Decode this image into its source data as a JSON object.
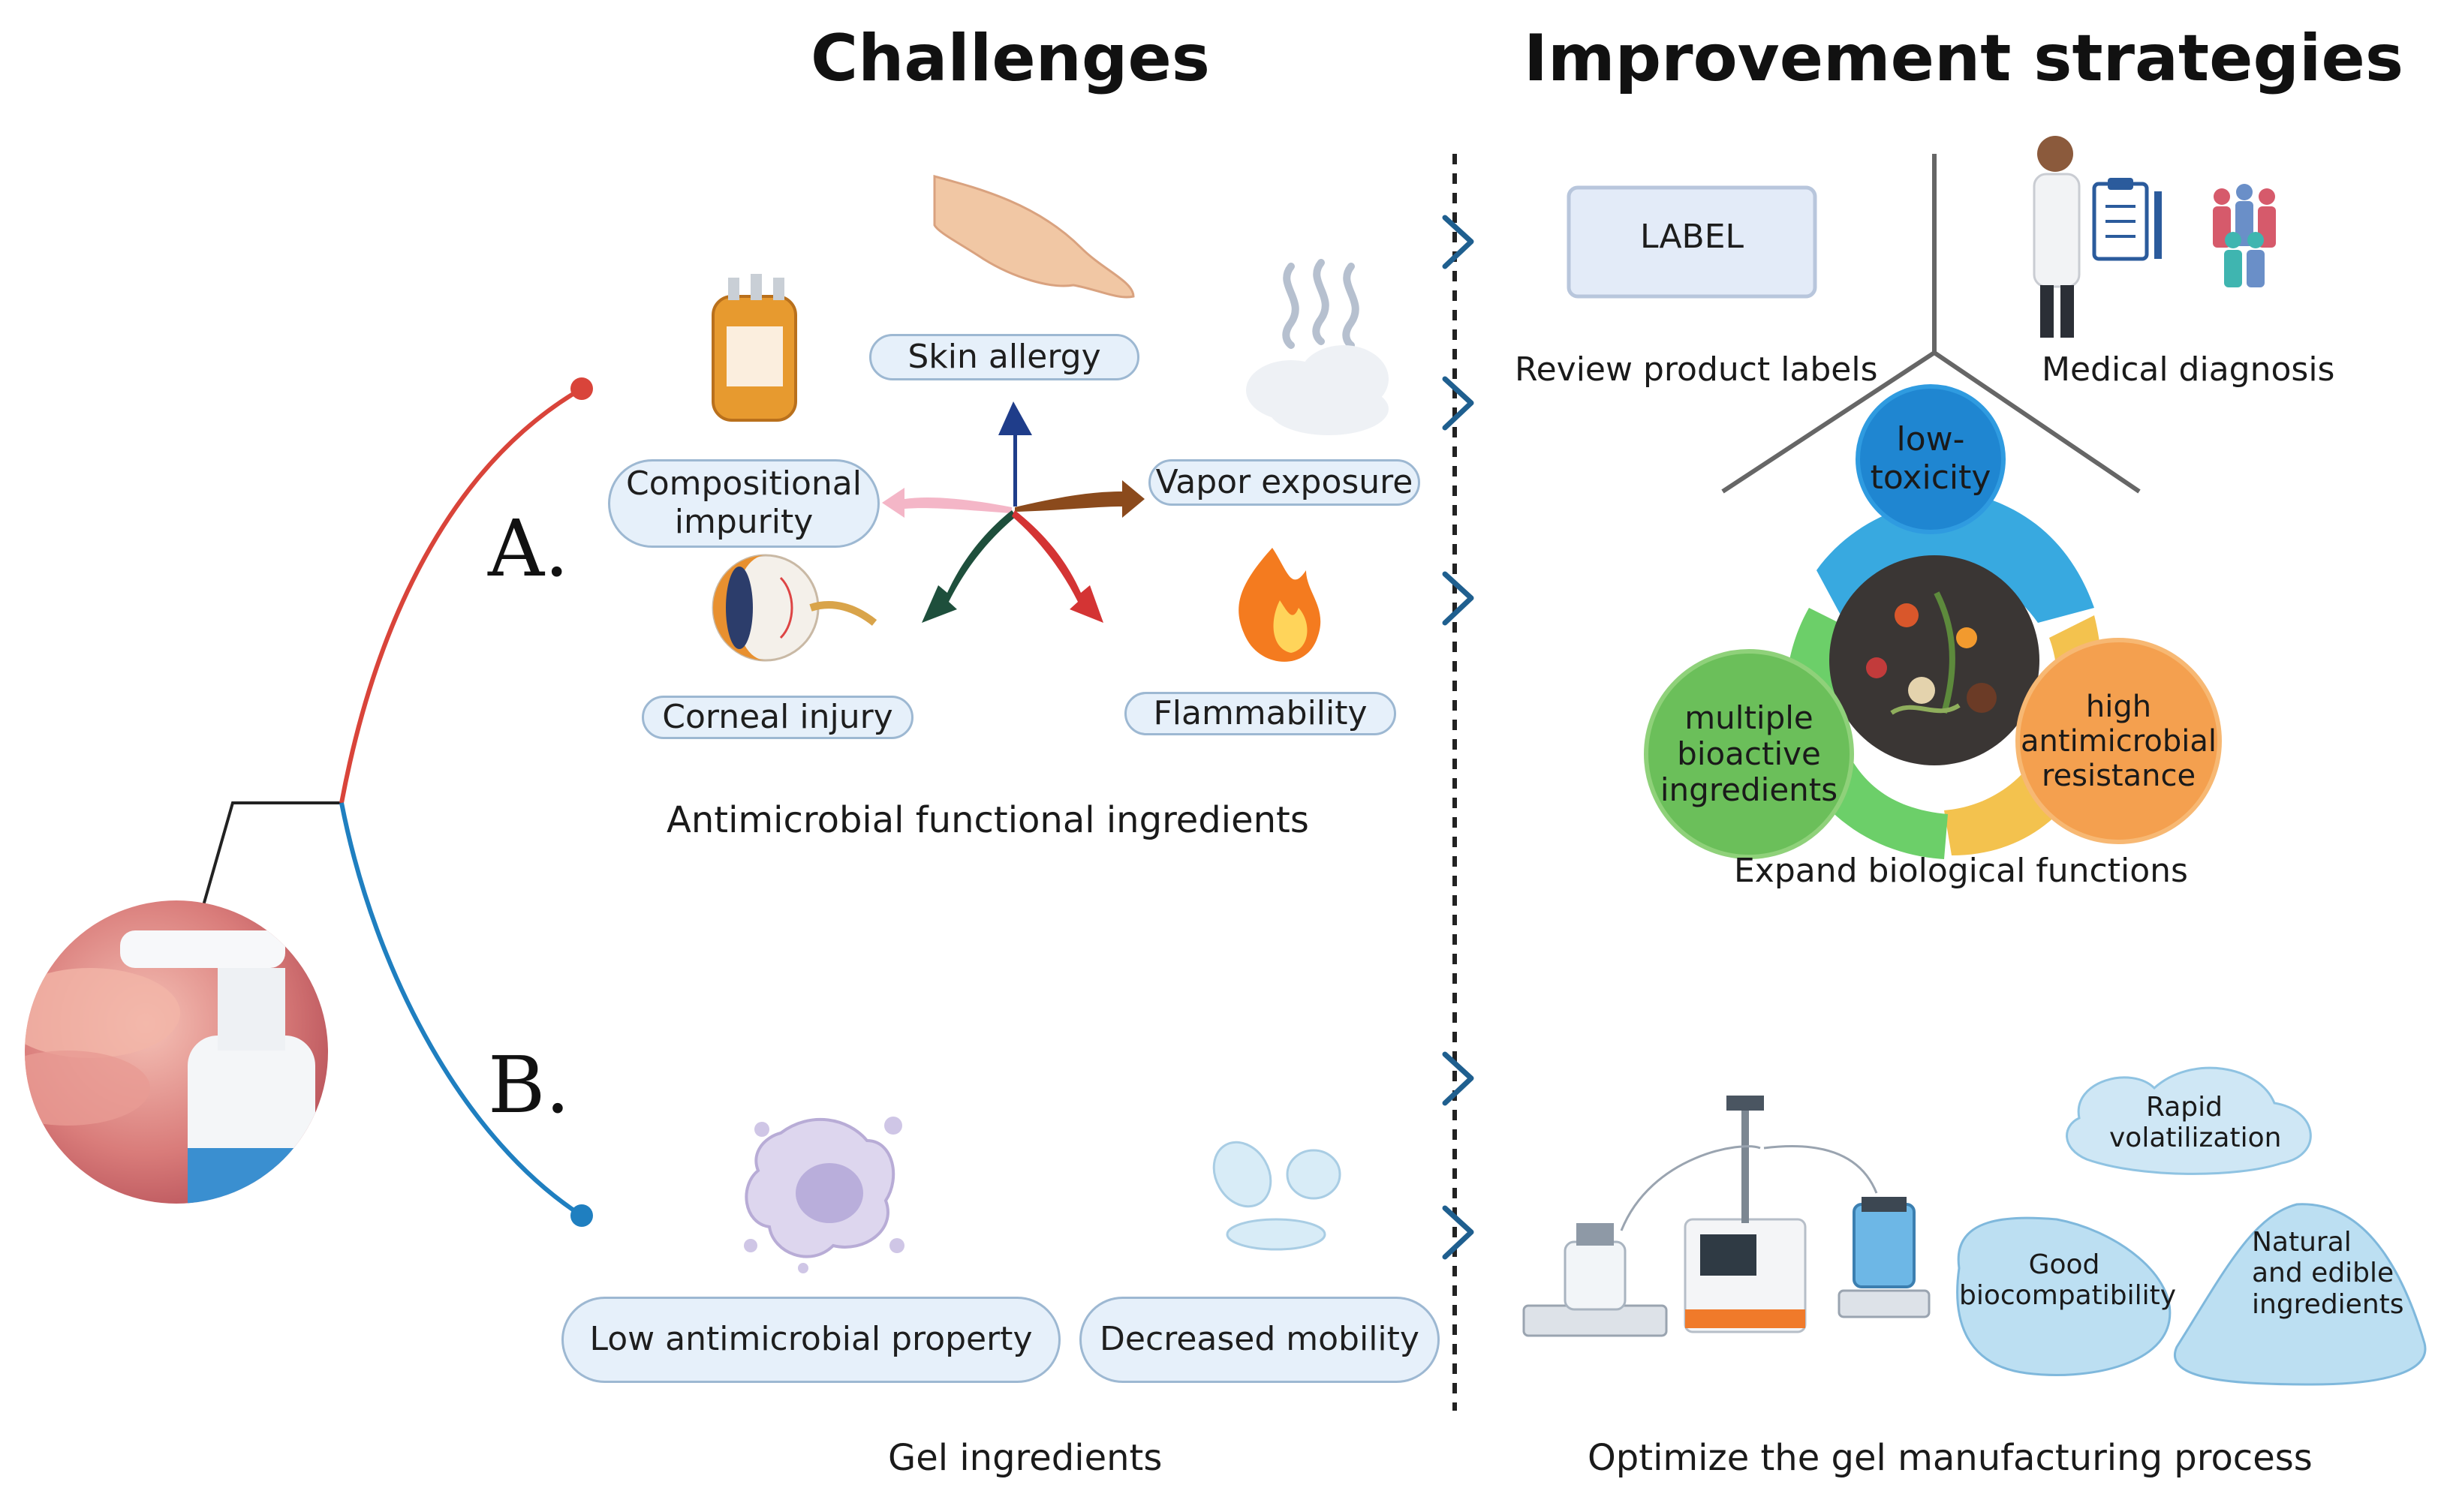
{
  "headings": {
    "challenges": "Challenges",
    "strategies": "Improvement strategies"
  },
  "sections": {
    "a": "A.",
    "b": "B."
  },
  "challenges_a": {
    "skin_allergy": "Skin allergy",
    "compositional_impurity": "Compositional impurity",
    "vapor_exposure": "Vapor exposure",
    "corneal_injury": "Corneal injury",
    "flammability": "Flammability",
    "caption": "Antimicrobial functional ingredients"
  },
  "challenges_b": {
    "low_antimicrobial": "Low antimicrobial property",
    "decreased_mobility": "Decreased mobility",
    "caption": "Gel ingredients"
  },
  "strategies_a": {
    "label_box": "LABEL",
    "review_labels": "Review product labels",
    "medical_diagnosis": "Medical diagnosis",
    "low_toxicity": "low-toxicity",
    "multiple_bioactive": "multiple bioactive ingredients",
    "high_resistance": "high antimicrobial resistance",
    "caption": "Expand biological functions"
  },
  "strategies_b": {
    "rapid": "Rapid volatilization",
    "good_bio": "Good biocompatibility",
    "natural": "Natural and edible ingredients",
    "caption": "Optimize the gel manufacturing process"
  },
  "colors": {
    "branch_a": "#d9443a",
    "branch_b": "#1f7fc0",
    "pill_fill": "#e6f0fa",
    "arrow_navy": "#1f3d8a",
    "arrow_brown": "#8b4a1c",
    "arrow_red": "#d43434",
    "arrow_green": "#1e4f3c",
    "arrow_pink": "#f4b6c7",
    "circle_blue": "#1f86d1",
    "circle_green": "#6bbf5a",
    "circle_orange": "#f4a04f"
  }
}
